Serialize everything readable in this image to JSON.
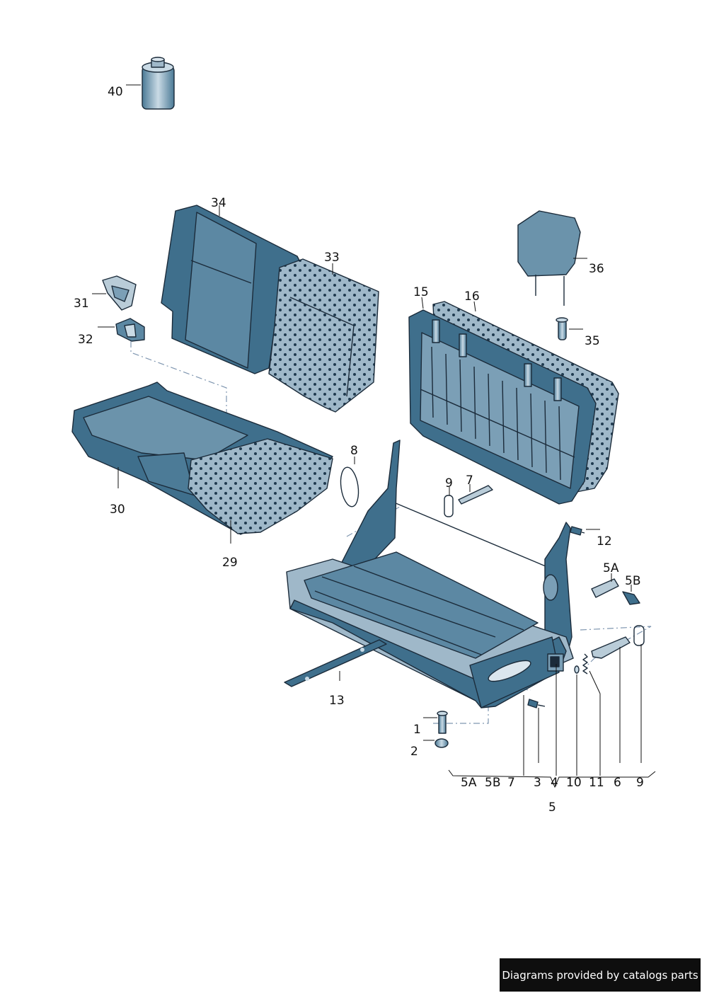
{
  "callouts": {
    "c40": "40",
    "c34": "34",
    "c33": "33",
    "c31": "31",
    "c32": "32",
    "c30": "30",
    "c29": "29",
    "c36": "36",
    "c15": "15",
    "c16": "16",
    "c35": "35",
    "c8": "8",
    "c9": "9",
    "c7": "7",
    "c12": "12",
    "c5A": "5A",
    "c5B": "5B",
    "c13": "13",
    "c1": "1",
    "c2": "2"
  },
  "bottom_row": [
    "5A",
    "5B",
    "7",
    "3",
    "4",
    "10",
    "11",
    "6",
    "9"
  ],
  "group_label": "5",
  "watermark": "Diagrams provided by catalogs parts",
  "colors": {
    "part_fill": "#3f6f8c",
    "part_light": "#b9ccd8",
    "part_mid": "#7b9fb6",
    "outline": "#1b2b3a",
    "dash_line": "#7f96b0"
  }
}
